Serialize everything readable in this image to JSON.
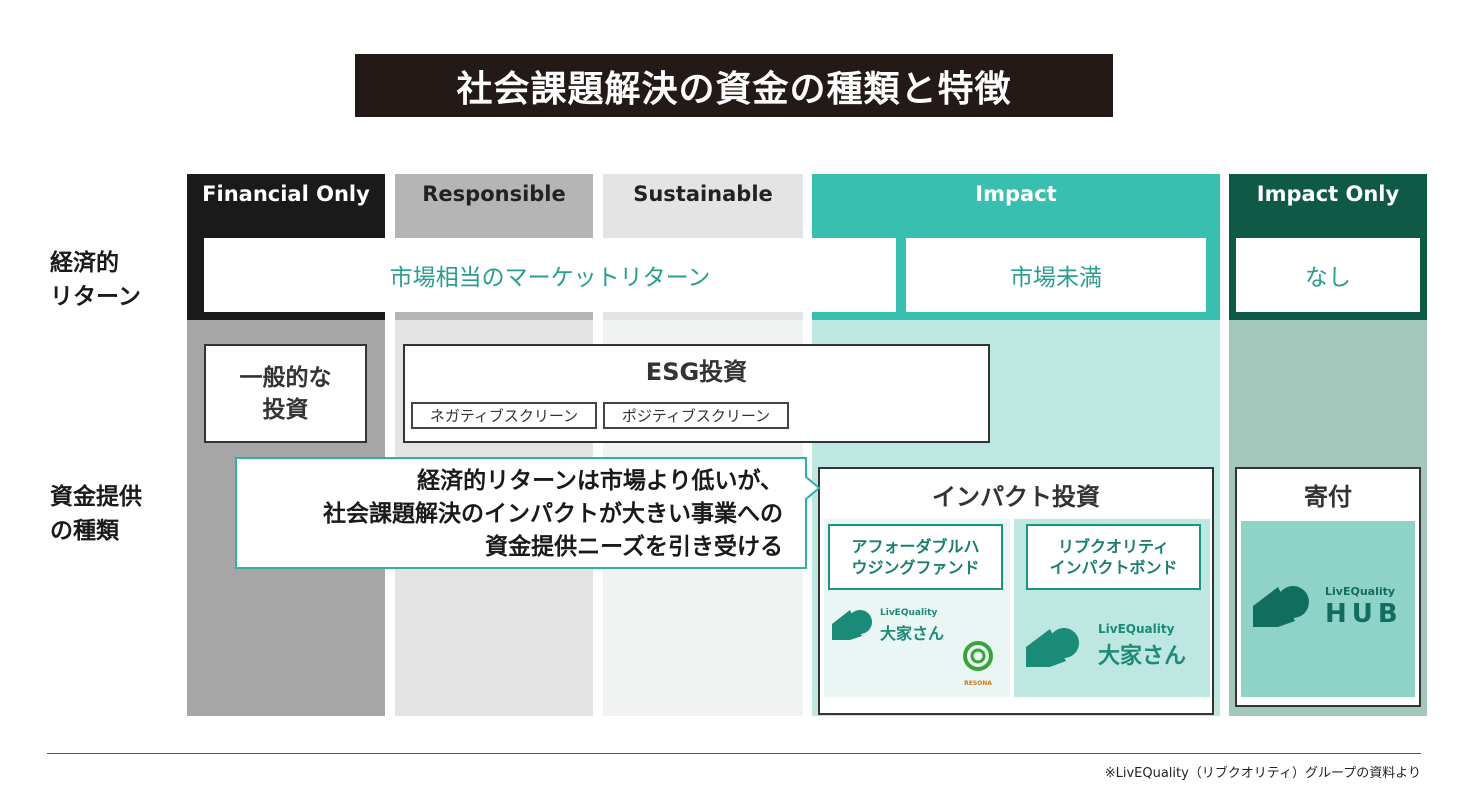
{
  "title": "社会課題解決の資金の種類と特徴",
  "columns": [
    "Financial Only",
    "Responsible",
    "Sustainable",
    "Impact",
    "Impact Only"
  ],
  "row_labels": {
    "return": [
      "経済的",
      "リターン"
    ],
    "funding": [
      "資金提供",
      "の種類"
    ]
  },
  "returns": {
    "market": "市場相当のマーケットリターン",
    "below": "市場未満",
    "none": "なし"
  },
  "investments": {
    "general": [
      "一般的な",
      "投資"
    ],
    "esg": "ESG投資",
    "negative": "ネガティブスクリーン",
    "positive": "ポジティブスクリーン",
    "impact": "インパクト投資",
    "donation": "寄付",
    "housing_fund": [
      "アフォーダブルハ",
      "ウジングファンド"
    ],
    "impact_bond": [
      "リブクオリティ",
      "インパクトボンド"
    ]
  },
  "callout": [
    "経済的リターンは市場より低いが、",
    "社会課題解決のインパクトが大きい事業への",
    "資金提供ニーズを引き受ける"
  ],
  "logos": {
    "brand_small": "LivEQuality",
    "oya_small": "大家さん",
    "resona": "RESONA",
    "brand": "LivEQuality",
    "oya": "大家さん",
    "hub_brand": "LivEQuality",
    "hub": "HUB"
  },
  "source": "※LivEQuality（リブクオリティ）グループの資料より",
  "colors": {
    "financial_only": "#1a1a1a",
    "responsible": "#b5b5b5",
    "sustainable": "#e4e4e4",
    "impact": "#38bfb0",
    "impact_only": "#0e5a47",
    "accent": "#2a9d8f"
  }
}
